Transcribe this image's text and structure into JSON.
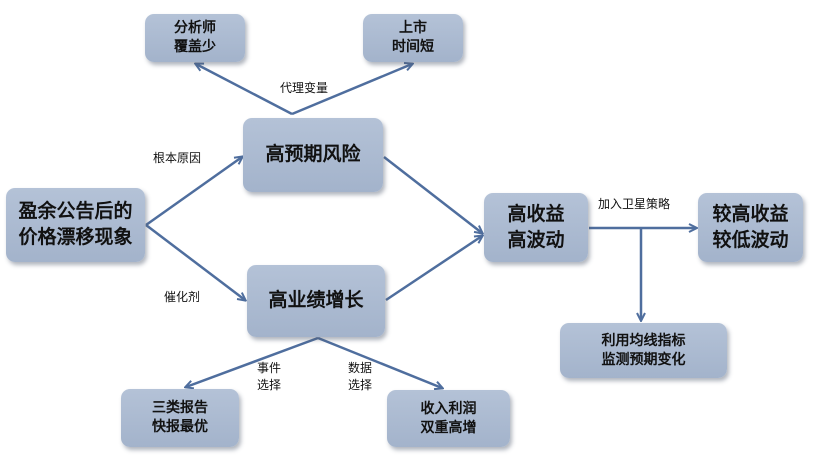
{
  "nodes": {
    "source": "盈余公告后的\n价格漂移现象",
    "high_expect_risk": "高预期风险",
    "high_growth": "高业绩增长",
    "analyst": "分析师\n覆盖少",
    "listing": "上市\n时间短",
    "high_return": "高收益\n高波动",
    "better": "较高收益\n较低波动",
    "ma": "利用均线指标\n监测预期变化",
    "reports": "三类报告\n快报最优",
    "revenue": "收入利润\n双重高增"
  },
  "labels": {
    "proxy": "代理变量",
    "root_cause": "根本原因",
    "catalyst": "催化剂",
    "event_select": "事件\n选择",
    "data_select": "数据\n选择",
    "satellite": "加入卫星策略"
  },
  "colors": {
    "arrow": "#4f6e9e",
    "box": "#aebdd3"
  }
}
